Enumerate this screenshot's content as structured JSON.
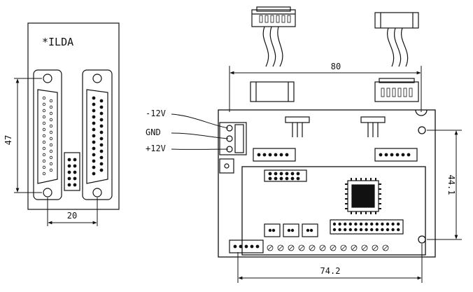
{
  "panel": {
    "title": "*ILDA"
  },
  "dimensions": {
    "panel_height": "47",
    "panel_width": "20",
    "board_top_width": "80",
    "board_height": "44.1",
    "board_bottom_width": "74.2"
  },
  "power_labels": [
    "-12V",
    "GND",
    "+12V"
  ],
  "colors": {
    "line": "#111111",
    "fill": "#ffffff"
  }
}
